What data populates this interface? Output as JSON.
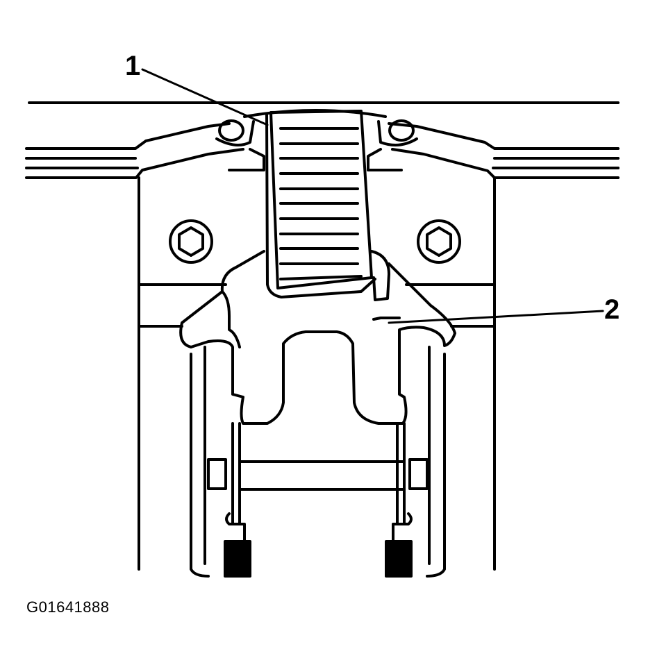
{
  "callouts": [
    {
      "id": "1",
      "label": "1"
    },
    {
      "id": "2",
      "label": "2"
    }
  ],
  "figure_id": "G01641888"
}
